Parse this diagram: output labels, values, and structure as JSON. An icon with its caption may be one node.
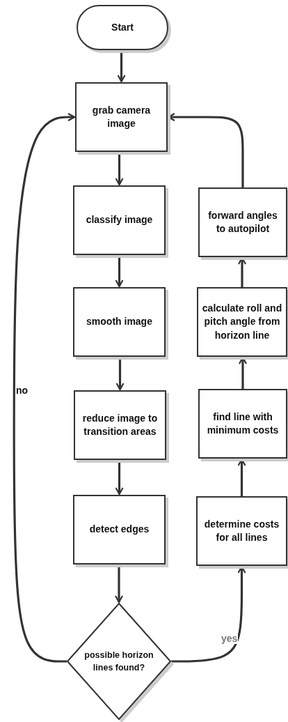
{
  "diagram": {
    "nodes": [
      {
        "text": [
          "Start"
        ]
      },
      {
        "text": [
          "grab camera image"
        ]
      },
      {
        "text": [
          "classify image"
        ]
      },
      {
        "text": [
          "smooth image"
        ]
      },
      {
        "text": [
          "reduce image to transition areas"
        ]
      },
      {
        "text": [
          "detect edges"
        ]
      },
      {
        "text": [
          "possible horizon lines found?"
        ]
      },
      {
        "text": [
          "forward angles to autopilot"
        ]
      },
      {
        "text": [
          "calculate roll and pitch angle from horizon line"
        ]
      },
      {
        "text": [
          "find line with minimum costs"
        ]
      },
      {
        "text": [
          "determine costs for all lines"
        ]
      }
    ],
    "edges": [
      {
        "from": 0,
        "to": 1,
        "arrow": "to"
      },
      {
        "from": 1,
        "to": 2,
        "arrow": "to"
      },
      {
        "from": 2,
        "to": 3,
        "arrow": "to"
      },
      {
        "from": 3,
        "to": 4,
        "arrow": "to"
      },
      {
        "from": 4,
        "to": 5,
        "arrow": "to"
      },
      {
        "from": 5,
        "to": 6,
        "arrow": "to"
      },
      {
        "from": 6,
        "to": 1,
        "arrow": "to",
        "label": "no"
      },
      {
        "from": 6,
        "to": 10,
        "arrow": "to",
        "label": "yes"
      },
      {
        "from": 10,
        "to": 9,
        "arrow": "to"
      },
      {
        "from": 9,
        "to": 8,
        "arrow": "to"
      },
      {
        "from": 8,
        "to": 7,
        "arrow": "to"
      },
      {
        "from": 7,
        "to": 1,
        "arrow": "to"
      }
    ]
  }
}
